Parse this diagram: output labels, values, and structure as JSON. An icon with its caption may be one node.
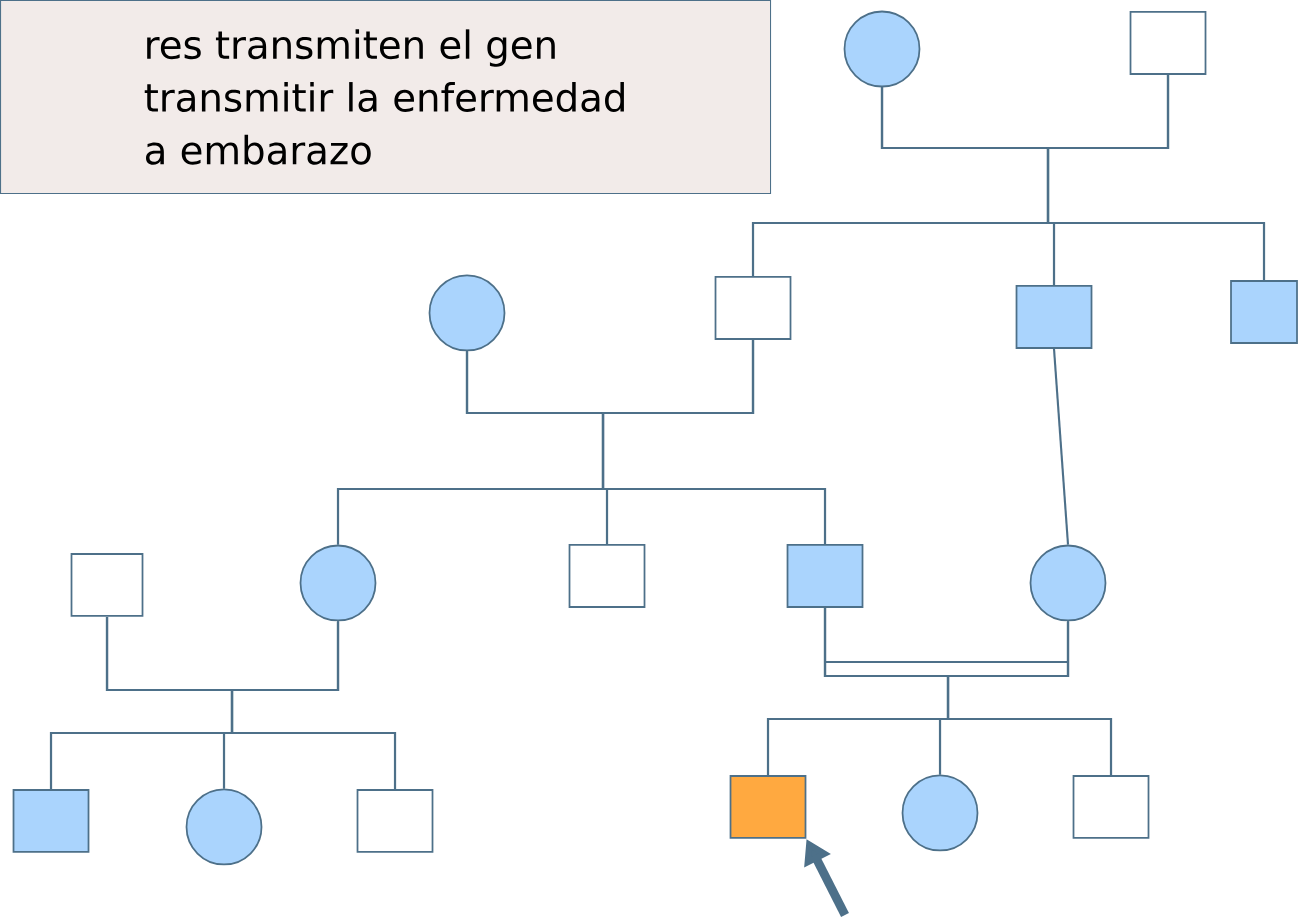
{
  "diagram": {
    "nodes": [
      {
        "text": [
          "res transmiten el gen",
          "transmitir la enfermedad",
          "a embarazo"
        ]
      },
      {
        "text": [],
        "shape": "circle"
      },
      {
        "text": [],
        "shape": "box"
      },
      {
        "text": [],
        "shape": "circle"
      },
      {
        "text": [],
        "shape": "box"
      },
      {
        "text": [],
        "shape": "box"
      },
      {
        "text": [],
        "shape": "box"
      },
      {
        "text": [],
        "shape": "box"
      },
      {
        "text": [],
        "shape": "circle"
      },
      {
        "text": [],
        "shape": "box"
      },
      {
        "text": [],
        "shape": "box"
      },
      {
        "text": [],
        "shape": "circle"
      },
      {
        "text": [],
        "shape": "box"
      },
      {
        "text": [],
        "shape": "circle"
      },
      {
        "text": [],
        "shape": "box"
      },
      {
        "text": [],
        "shape": "box"
      },
      {
        "text": [],
        "shape": "circle"
      },
      {
        "text": [],
        "shape": "box"
      }
    ],
    "edges": [
      {
        "from": 1,
        "to": 2,
        "arrow": "none"
      },
      {
        "from": 1,
        "to": 4,
        "arrow": "none"
      },
      {
        "from": 1,
        "to": 5,
        "arrow": "none"
      },
      {
        "from": 1,
        "to": 6,
        "arrow": "none"
      },
      {
        "from": 2,
        "to": 4,
        "arrow": "none"
      },
      {
        "from": 2,
        "to": 5,
        "arrow": "none"
      },
      {
        "from": 2,
        "to": 6,
        "arrow": "none"
      },
      {
        "from": 3,
        "to": 4,
        "arrow": "none"
      },
      {
        "from": 3,
        "to": 8,
        "arrow": "none"
      },
      {
        "from": 3,
        "to": 9,
        "arrow": "none"
      },
      {
        "from": 3,
        "to": 10,
        "arrow": "none"
      },
      {
        "from": 4,
        "to": 8,
        "arrow": "none"
      },
      {
        "from": 4,
        "to": 9,
        "arrow": "none"
      },
      {
        "from": 4,
        "to": 10,
        "arrow": "none"
      },
      {
        "from": 5,
        "to": 11,
        "arrow": "none"
      },
      {
        "from": 7,
        "to": 8,
        "arrow": "none"
      },
      {
        "from": 7,
        "to": 12,
        "arrow": "none"
      },
      {
        "from": 7,
        "to": 13,
        "arrow": "none"
      },
      {
        "from": 7,
        "to": 14,
        "arrow": "none"
      },
      {
        "from": 8,
        "to": 12,
        "arrow": "none"
      },
      {
        "from": 8,
        "to": 13,
        "arrow": "none"
      },
      {
        "from": 8,
        "to": 14,
        "arrow": "none"
      },
      {
        "from": 10,
        "to": 11,
        "arrow": "none"
      },
      {
        "from": 10,
        "to": 15,
        "arrow": "none"
      },
      {
        "from": 10,
        "to": 16,
        "arrow": "none"
      },
      {
        "from": 10,
        "to": 17,
        "arrow": "none"
      },
      {
        "from": 11,
        "to": 15,
        "arrow": "none"
      },
      {
        "from": 11,
        "to": 16,
        "arrow": "none"
      },
      {
        "from": 11,
        "to": 17,
        "arrow": "none"
      },
      {
        "from": null,
        "to": 15,
        "arrow": "to",
        "style": "thick"
      }
    ]
  }
}
